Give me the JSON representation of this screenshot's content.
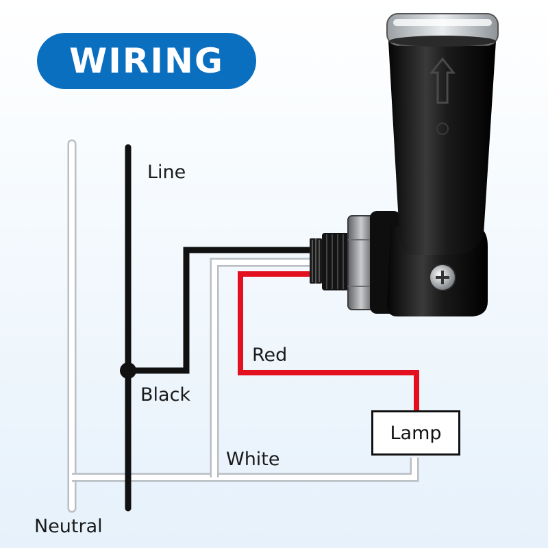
{
  "header": {
    "title": "WIRING"
  },
  "labels": {
    "line": "Line",
    "black": "Black",
    "red": "Red",
    "white": "White",
    "neutral": "Neutral",
    "lamp": "Lamp"
  },
  "colors": {
    "title_bg": "#0b6fc0",
    "black_wire": "#111111",
    "red_wire": "#e3101f",
    "white_wire": "#ffffff"
  }
}
